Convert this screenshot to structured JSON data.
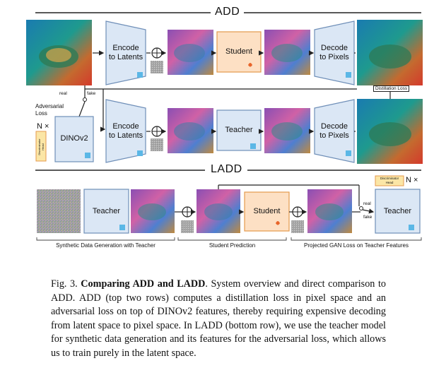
{
  "headers": {
    "add": "ADD",
    "ladd": "LADD"
  },
  "add": {
    "encode_label": "Encode\nto Latents",
    "student_label": "Student",
    "decode_label": "Decode\nto Pixels",
    "teacher_label": "Teacher",
    "dinov2_label": "DINOv2",
    "adversarial_loss_label": "Adversarial\nLoss",
    "n_times": "N ×",
    "disc_head": "Discriminator\nHead",
    "real_label": "real",
    "fake_label": "fake",
    "distillation_loss": "Distillation Loss"
  },
  "ladd": {
    "teacher_label": "Teacher",
    "student_label": "Student",
    "teacher2_label": "Teacher",
    "disc_head": "Discriminator\nHead",
    "n_times": "N ×",
    "real_label": "real",
    "fake_label": "fake",
    "section1": "Synthetic Data Generation with Teacher",
    "section2": "Student Prediction",
    "section3": "Projected GAN Loss on Teacher Features"
  },
  "caption": {
    "fig": "Fig. 3.",
    "title": "Comparing ADD and LADD",
    "body": ". System overview and direct comparison to ADD. ADD (top two rows) computes a distillation loss in pixel space and an adversarial loss on top of DINOv2 features, thereby requiring expensive decoding from latent space to pixel space. In LADD (bottom row), we use the teacher model for synthetic data generation and its features for the adversarial loss, which allows us to train purely in the latent space."
  },
  "colors": {
    "box_blue": "#dbe7f5",
    "box_border": "#6f8fb8",
    "student_fill": "#fde0c4",
    "student_border": "#e49a4e",
    "disc_fill": "#fbe6a6"
  }
}
